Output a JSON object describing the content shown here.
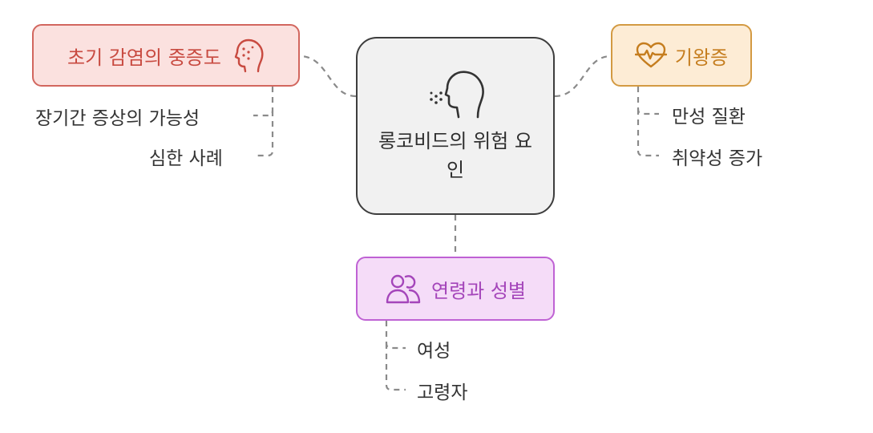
{
  "center": {
    "title": "롱코비드의 위험 요인",
    "icon": "head-breath-icon"
  },
  "nodes": {
    "early_infection": {
      "label": "초기 감염의 중증도",
      "icon": "sneeze-face-icon",
      "color": "#d2665e"
    },
    "comorbidity": {
      "label": "기왕증",
      "icon": "heart-pulse-icon",
      "color": "#d39a42"
    },
    "age_gender": {
      "label": "연령과 성별",
      "icon": "people-icon",
      "color": "#bf62d4"
    }
  },
  "leaves": {
    "early_infection": [
      "장기간 증상의 가능성",
      "심한 사례"
    ],
    "comorbidity": [
      "만성 질환",
      "취약성 증가"
    ],
    "age_gender": [
      "여성",
      "고령자"
    ]
  }
}
